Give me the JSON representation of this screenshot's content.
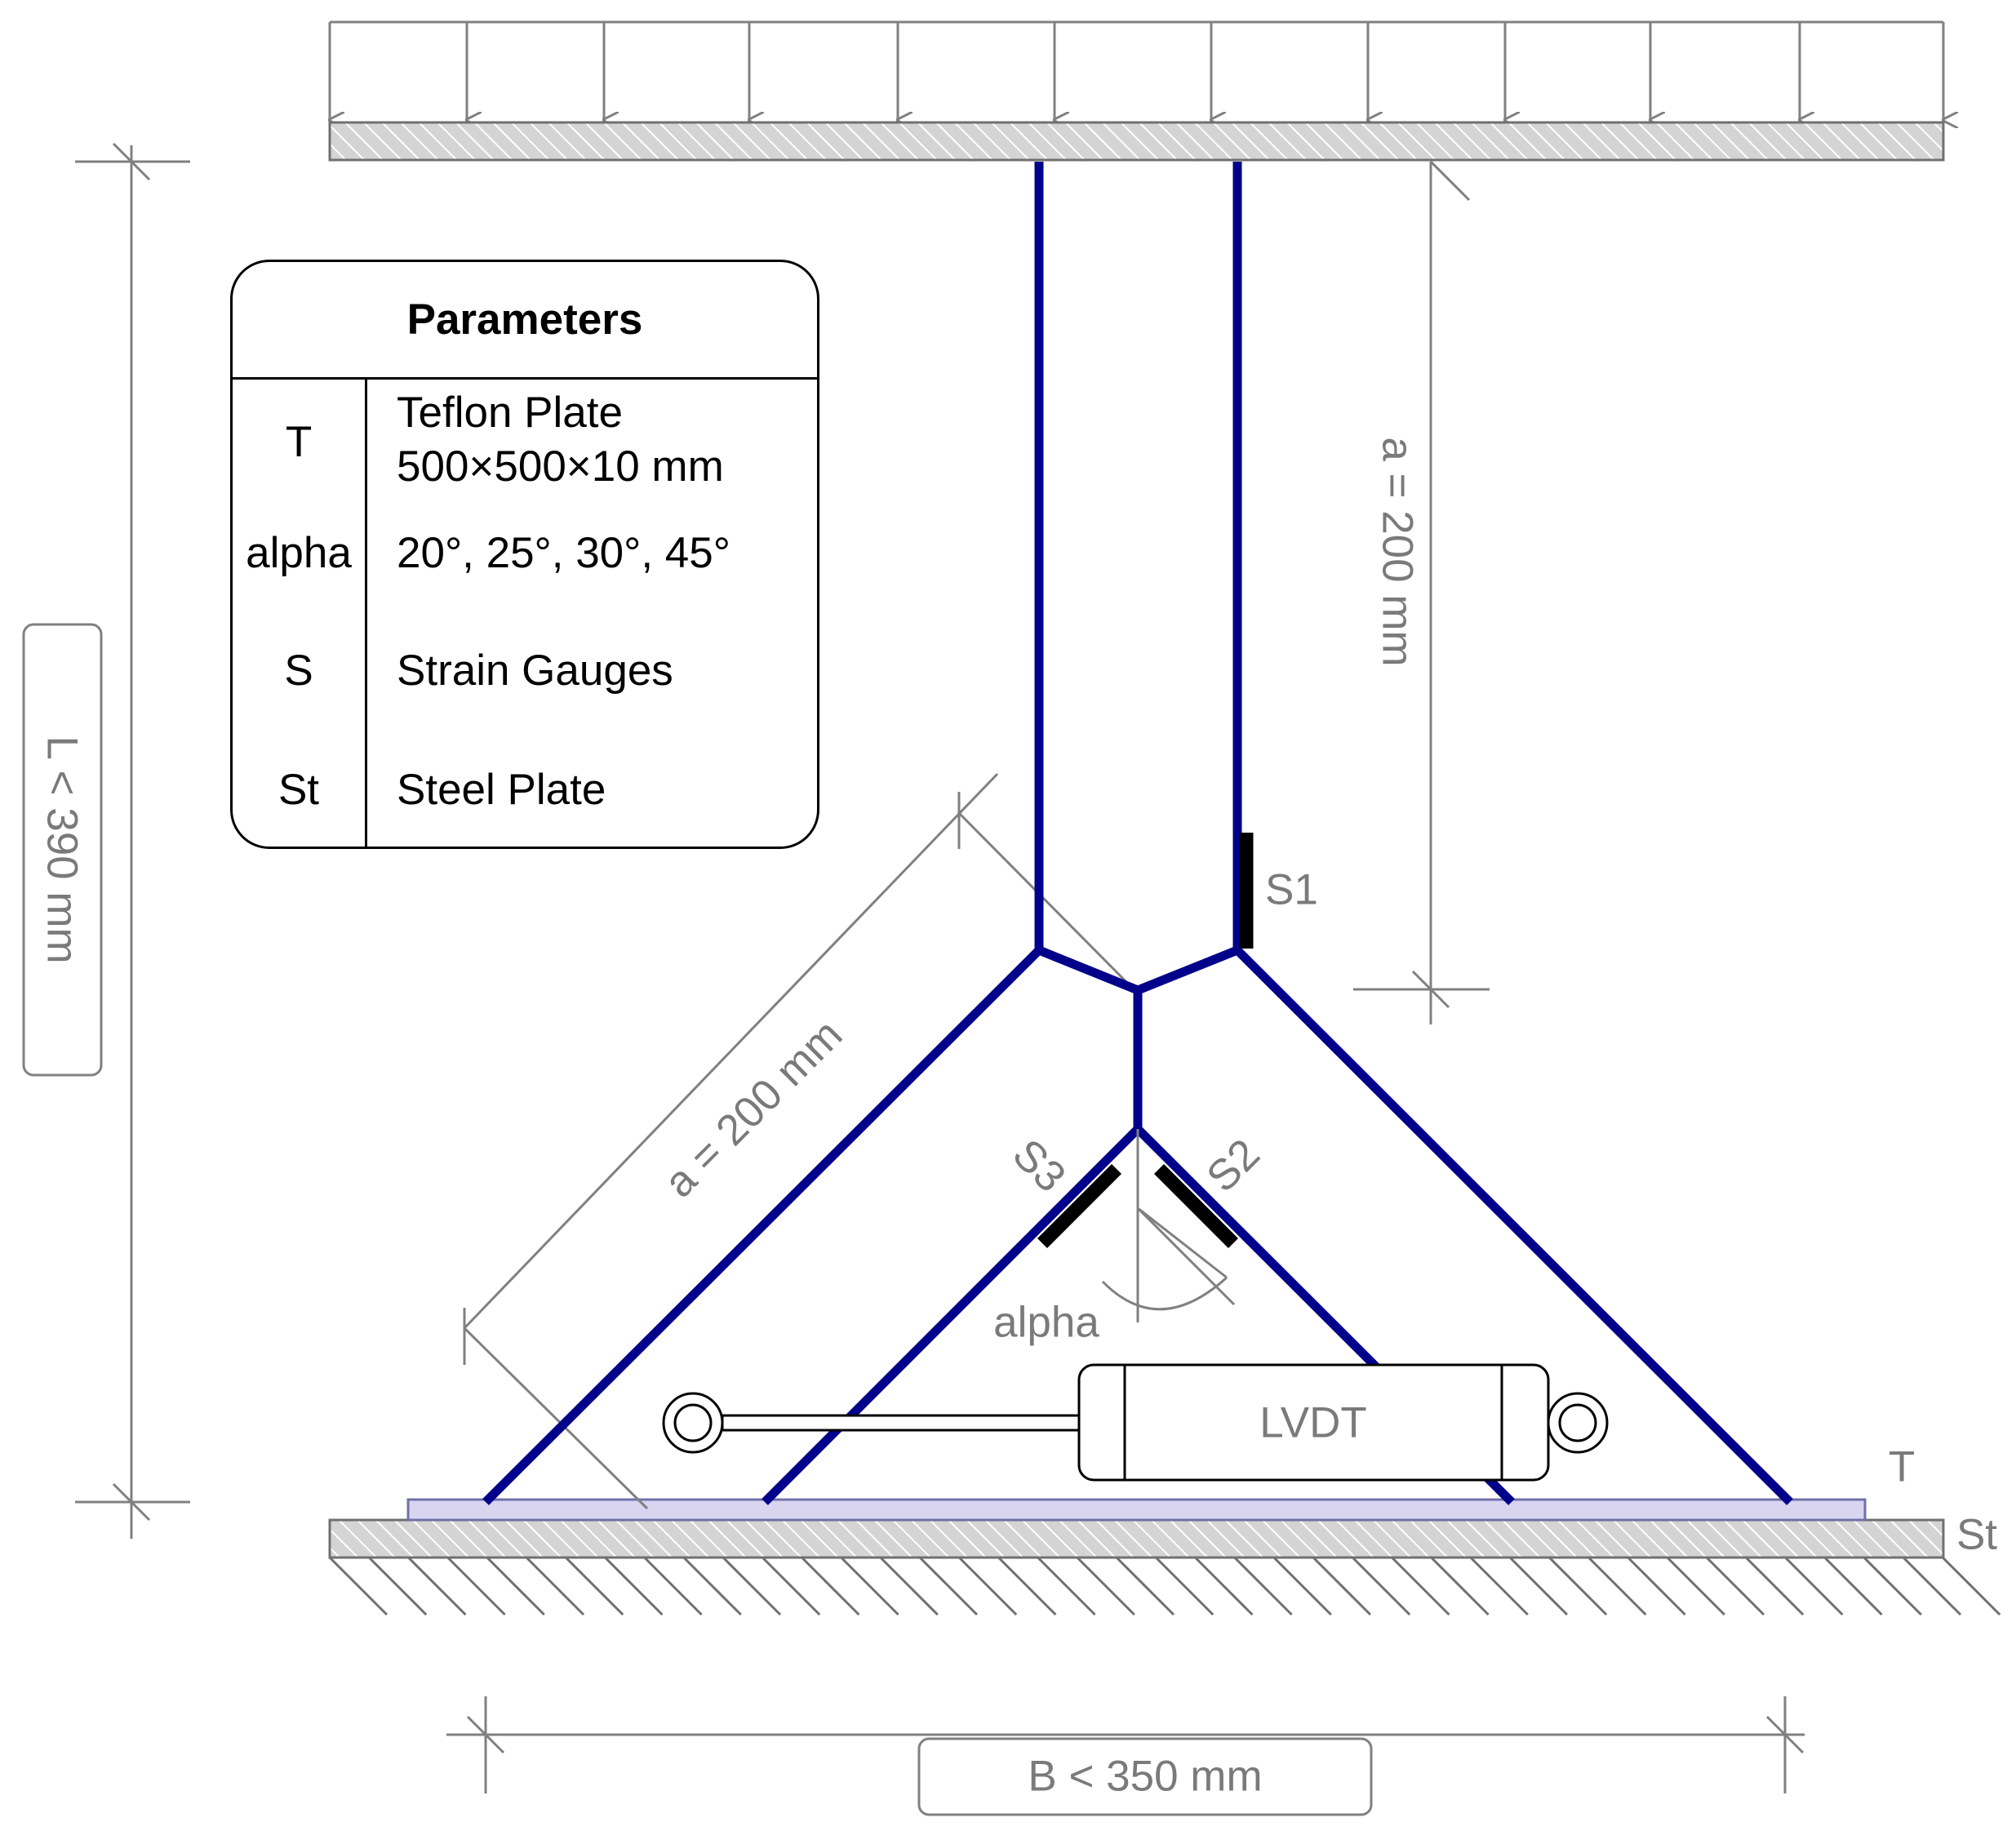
{
  "legend": {
    "title": "Parameters",
    "rows": [
      {
        "key": "T",
        "value_line1": "Teflon Plate",
        "value_line2": "500×500×10 mm"
      },
      {
        "key": "alpha",
        "value_line1": "20°, 25°, 30°, 45°"
      },
      {
        "key": "S",
        "value_line1": "Strain Gauges"
      },
      {
        "key": "St",
        "value_line1": "Steel Plate"
      }
    ]
  },
  "labels": {
    "height_dim": "L < 390 mm",
    "width_dim": "B < 350 mm",
    "vertical_arm": "a = 200 mm",
    "diagonal_arm": "a = 200 mm",
    "gauge_1": "S1",
    "gauge_2": "S2",
    "gauge_3": "S3",
    "angle": "alpha",
    "sensor": "LVDT",
    "teflon": "T",
    "steel": "St"
  },
  "colors": {
    "specimen": "#00008b",
    "dimension": "#808080",
    "gauge": "#000000",
    "teflon_fill": "#d9d4f0"
  }
}
